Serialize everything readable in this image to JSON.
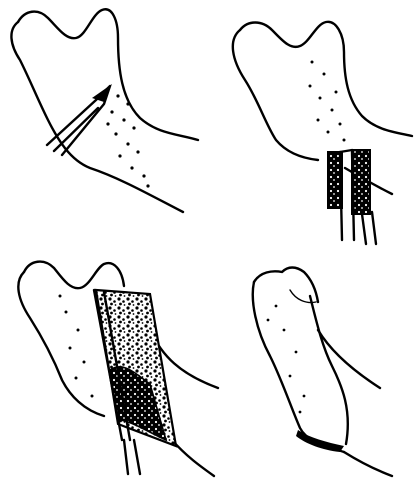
{
  "figure": {
    "panels": [
      {
        "position": "top-left",
        "content": "jaw-outline-with-instrument"
      },
      {
        "position": "top-right",
        "content": "jaw-outline-with-inserted-blade"
      },
      {
        "position": "bottom-left",
        "content": "jaw-split-with-speckled-fill"
      },
      {
        "position": "bottom-right",
        "content": "jaw-healed-outline"
      }
    ],
    "colors": {
      "ink": "#000000",
      "background": "#ffffff"
    }
  }
}
